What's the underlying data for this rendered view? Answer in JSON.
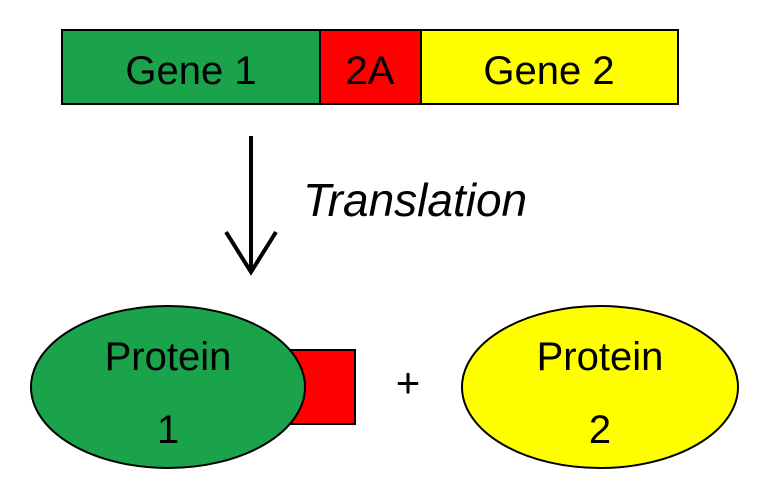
{
  "construct": {
    "segments": [
      {
        "label": "Gene 1",
        "color": "#1aa34a"
      },
      {
        "label": "2A",
        "color": "#ff0000"
      },
      {
        "label": "Gene 2",
        "color": "#ffff00"
      }
    ]
  },
  "arrow": {
    "label": "Translation"
  },
  "products": {
    "protein1": {
      "line1": "Protein",
      "line2": "1",
      "color": "#1aa34a",
      "tag_color": "#ff0000"
    },
    "plus": "+",
    "protein2": {
      "line1": "Protein",
      "line2": "2",
      "color": "#ffff00"
    }
  }
}
